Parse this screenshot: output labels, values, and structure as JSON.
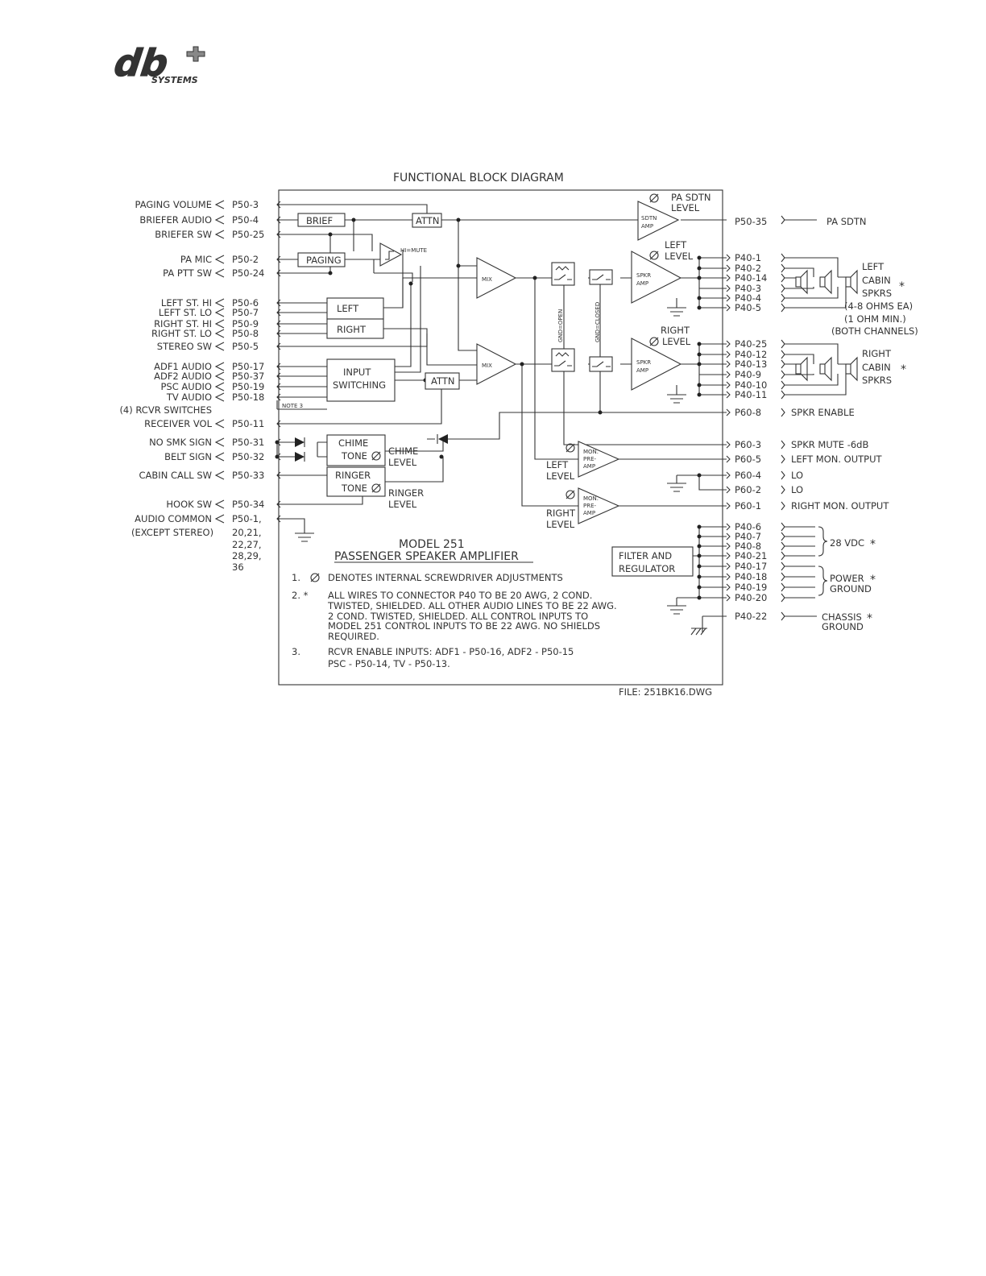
{
  "logo": {
    "brand": "db",
    "subtitle": "SYSTEMS"
  },
  "diagram": {
    "title": "FUNCTIONAL BLOCK DIAGRAM",
    "inputs": [
      {
        "label": "PAGING VOLUME",
        "pin": "P50-3"
      },
      {
        "label": "BRIEFER AUDIO",
        "pin": "P50-4"
      },
      {
        "label": "BRIEFER SW",
        "pin": "P50-25"
      },
      {
        "label": "PA MIC",
        "pin": "P50-2"
      },
      {
        "label": "PA PTT SW",
        "pin": "P50-24"
      },
      {
        "label": "LEFT ST. HI",
        "pin": "P50-6"
      },
      {
        "label": "LEFT ST. LO",
        "pin": "P50-7"
      },
      {
        "label": "RIGHT ST. HI",
        "pin": "P50-9"
      },
      {
        "label": "RIGHT ST. LO",
        "pin": "P50-8"
      },
      {
        "label": "STEREO SW",
        "pin": "P50-5"
      },
      {
        "label": "ADF1 AUDIO",
        "pin": "P50-17"
      },
      {
        "label": "ADF2 AUDIO",
        "pin": "P50-37"
      },
      {
        "label": "PSC AUDIO",
        "pin": "P50-19"
      },
      {
        "label": "TV AUDIO",
        "pin": "P50-18"
      },
      {
        "label": "(4) RCVR SWITCHES",
        "pin": ""
      },
      {
        "label": "RECEIVER VOL",
        "pin": "P50-11"
      },
      {
        "label": "NO SMK SIGN",
        "pin": "P50-31"
      },
      {
        "label": "BELT SIGN",
        "pin": "P50-32"
      },
      {
        "label": "CABIN CALL SW",
        "pin": "P50-33"
      },
      {
        "label": "HOOK SW",
        "pin": "P50-34"
      },
      {
        "label": "AUDIO COMMON",
        "pin": "P50-1,"
      }
    ],
    "audio_common_extra": "(EXCEPT STEREO)",
    "audio_common_pins": [
      "20,21,",
      "22,27,",
      "28,29,",
      "36"
    ],
    "blocks": {
      "brief": "BRIEF",
      "attn": "ATTN",
      "paging": "PAGING",
      "hi_mute": "HI=MUTE",
      "left": "LEFT",
      "right": "RIGHT",
      "input_switching_1": "INPUT",
      "input_switching_2": "SWITCHING",
      "attn2": "ATTN",
      "note3": "NOTE 3",
      "mix": "MIX",
      "chime_tone_1": "CHIME",
      "chime_tone_2": "TONE",
      "ringer_tone_1": "RINGER",
      "ringer_tone_2": "TONE",
      "chime_level_1": "CHIME",
      "chime_level_2": "LEVEL",
      "ringer_level_1": "RINGER",
      "ringer_level_2": "LEVEL",
      "sdtn_amp_1": "SDTN",
      "sdtn_amp_2": "AMP",
      "pa_sdtn_level_1": "PA SDTN",
      "pa_sdtn_level_2": "LEVEL",
      "spkr_amp_1": "SPKR",
      "spkr_amp_2": "AMP",
      "left_level_1": "LEFT",
      "left_level_2": "LEVEL",
      "right_level_1": "RIGHT",
      "right_level_2": "LEVEL",
      "gnd_open": "GND=OPEN",
      "gnd_closed": "GND=CLOSED",
      "mon_preamp_1": "MON.",
      "mon_preamp_2": "PRE-",
      "mon_preamp_3": "AMP",
      "filter_1": "FILTER AND",
      "filter_2": "REGULATOR"
    },
    "outputs": {
      "pa_sdtn": {
        "pin": "P50-35",
        "label": "PA SDTN"
      },
      "left_pins": [
        "P40-1",
        "P40-2",
        "P40-14",
        "P40-3",
        "P40-4",
        "P40-5"
      ],
      "left_label": [
        "LEFT",
        "CABIN",
        "SPKRS"
      ],
      "ohms": [
        "(4-8 OHMS EA)",
        "(1 OHM MIN.)",
        "(BOTH CHANNELS)"
      ],
      "right_pins": [
        "P40-25",
        "P40-12",
        "P40-13",
        "P40-9",
        "P40-10",
        "P40-11"
      ],
      "right_label": [
        "RIGHT",
        "CABIN",
        "SPKRS"
      ],
      "p60": [
        {
          "pin": "P60-8",
          "label": "SPKR ENABLE"
        },
        {
          "pin": "P60-3",
          "label": "SPKR MUTE -6dB"
        },
        {
          "pin": "P60-5",
          "label": "LEFT MON. OUTPUT"
        },
        {
          "pin": "P60-4",
          "label": "LO"
        },
        {
          "pin": "P60-2",
          "label": "LO"
        },
        {
          "pin": "P60-1",
          "label": "RIGHT MON. OUTPUT"
        }
      ],
      "power_pins": [
        "P40-6",
        "P40-7",
        "P40-8",
        "P40-21",
        "P40-17",
        "P40-18",
        "P40-19",
        "P40-20"
      ],
      "vdc_label": "28 VDC",
      "power_ground": [
        "POWER",
        "GROUND"
      ],
      "chassis_pin": "P40-22",
      "chassis_label": [
        "CHASSIS",
        "GROUND"
      ],
      "asterisk": "*"
    },
    "model": {
      "line1": "MODEL 251",
      "line2": "PASSENGER SPEAKER AMPLIFIER"
    },
    "notes": [
      {
        "num": "1.",
        "lines": [
          "DENOTES INTERNAL SCREWDRIVER ADJUSTMENTS"
        ]
      },
      {
        "num": "2. *",
        "lines": [
          "ALL WIRES TO CONNECTOR P40 TO BE 20 AWG, 2 COND.",
          "TWISTED, SHIELDED.  ALL OTHER AUDIO LINES TO BE 22 AWG.",
          "2 COND. TWISTED, SHIELDED.  ALL CONTROL INPUTS TO",
          "MODEL 251 CONTROL INPUTS TO BE 22 AWG. NO SHIELDS",
          "REQUIRED."
        ]
      },
      {
        "num": "3.",
        "lines": [
          "RCVR ENABLE INPUTS: ADF1 - P50-16, ADF2 - P50-15",
          "PSC - P50-14, TV - P50-13."
        ]
      }
    ],
    "file": "FILE: 251BK16.DWG"
  }
}
